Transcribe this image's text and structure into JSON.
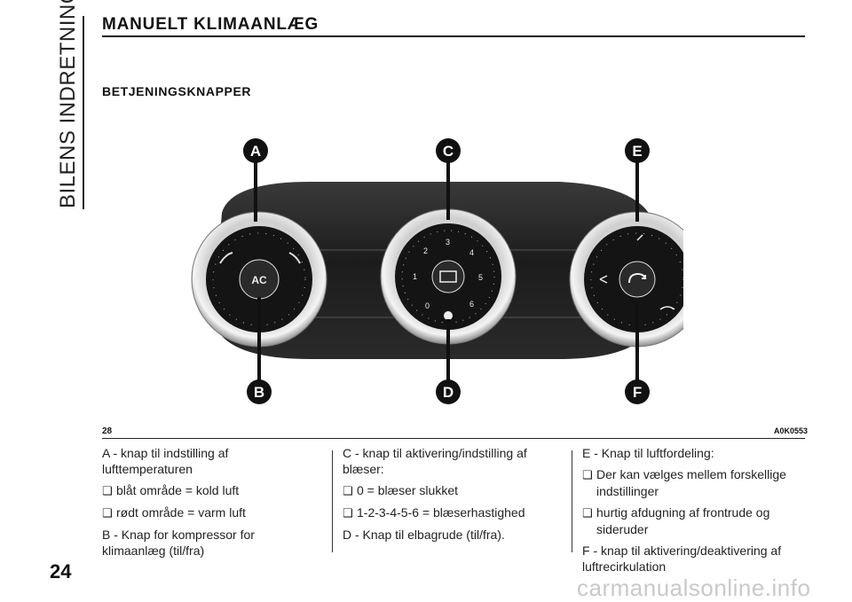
{
  "side_label": "BILENS INDRETNING",
  "page_number": "24",
  "title": "MANUELT KLIMAANLÆG",
  "section_title": "BETJENINGSKNAPPER",
  "figure": {
    "number": "28",
    "code": "A0K0553",
    "callouts": [
      "A",
      "B",
      "C",
      "D",
      "E",
      "F"
    ],
    "ac_label": "AC",
    "fan_speeds": [
      "0",
      "1",
      "2",
      "3",
      "4",
      "5",
      "6"
    ],
    "icons": [
      "defrost-rear-icon",
      "fan-icon",
      "recirculation-icon",
      "windshield-defrost-icon",
      "airflow-face-icon",
      "airflow-feet-icon"
    ]
  },
  "columns": {
    "col1": [
      {
        "type": "text",
        "text": "A - knap til indstilling af lufttemperaturen"
      },
      {
        "type": "bullet",
        "text": "blåt område = kold luft"
      },
      {
        "type": "bullet",
        "text": "rødt område = varm luft"
      },
      {
        "type": "text",
        "text": "B - Knap for kompressor for klimaanlæg (til/fra)"
      }
    ],
    "col2": [
      {
        "type": "text",
        "text": "C - knap til aktivering/indstilling af blæser:"
      },
      {
        "type": "bullet",
        "text": "0 = blæser slukket"
      },
      {
        "type": "bullet",
        "text": "1-2-3-4-5-6 = blæserhastighed"
      },
      {
        "type": "text",
        "text": "D - Knap til elbagrude (til/fra)."
      }
    ],
    "col3": [
      {
        "type": "text",
        "text": "E - Knap til luftfordeling:"
      },
      {
        "type": "bullet",
        "text": "Der kan vælges mellem forskellige indstillinger"
      },
      {
        "type": "bullet",
        "text": "hurtig afdugning af frontrude og sideruder"
      },
      {
        "type": "text",
        "text": "F - knap til aktivering/deaktivering af luftrecirkulation"
      }
    ]
  },
  "watermark": "carmanualsonline.info"
}
